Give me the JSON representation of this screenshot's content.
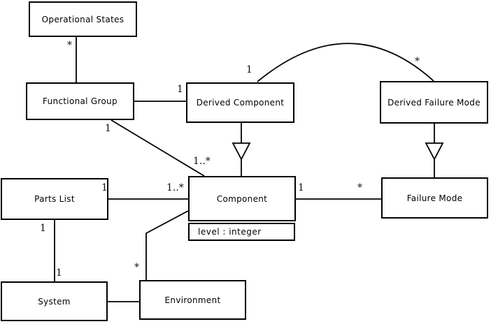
{
  "diagram": {
    "kind": "uml-class-diagram",
    "background_color": "#ffffff",
    "line_color": "#000000"
  },
  "classes": {
    "operational_states": {
      "name": "Operational States"
    },
    "functional_group": {
      "name": "Functional Group"
    },
    "derived_component": {
      "name": "Derived Component"
    },
    "derived_failure_mode": {
      "name": "Derived Failure Mode"
    },
    "parts_list": {
      "name": "Parts List"
    },
    "component": {
      "name": "Component",
      "attributes": [
        "level : integer"
      ]
    },
    "failure_mode": {
      "name": "Failure Mode"
    },
    "system": {
      "name": "System"
    },
    "environment": {
      "name": "Environment"
    }
  },
  "relationships": [
    {
      "a": "Operational States",
      "b": "Functional Group",
      "type": "association",
      "a_mult": "*",
      "b_mult": ""
    },
    {
      "a": "Functional Group",
      "b": "Derived Component",
      "type": "association",
      "a_mult": "",
      "b_mult": "1"
    },
    {
      "a": "Derived Component",
      "b": "Derived Failure Mode",
      "type": "association",
      "a_mult": "1",
      "b_mult": "*"
    },
    {
      "child": "Derived Component",
      "parent": "Component",
      "type": "generalization"
    },
    {
      "child": "Derived Failure Mode",
      "parent": "Failure Mode",
      "type": "generalization"
    },
    {
      "a": "Functional Group",
      "b": "Component",
      "type": "association",
      "a_mult": "1",
      "b_mult": "1..*"
    },
    {
      "a": "Parts List",
      "b": "Component",
      "type": "association",
      "a_mult": "1",
      "b_mult": "1..*"
    },
    {
      "a": "Component",
      "b": "Failure Mode",
      "type": "association",
      "a_mult": "1",
      "b_mult": "*"
    },
    {
      "a": "Parts List",
      "b": "System",
      "type": "association",
      "a_mult": "1",
      "b_mult": "1"
    },
    {
      "a": "System",
      "b": "Environment",
      "type": "association",
      "a_mult": "",
      "b_mult": ""
    },
    {
      "a": "Environment",
      "b": "Component",
      "type": "association",
      "a_mult": "*",
      "b_mult": ""
    }
  ]
}
